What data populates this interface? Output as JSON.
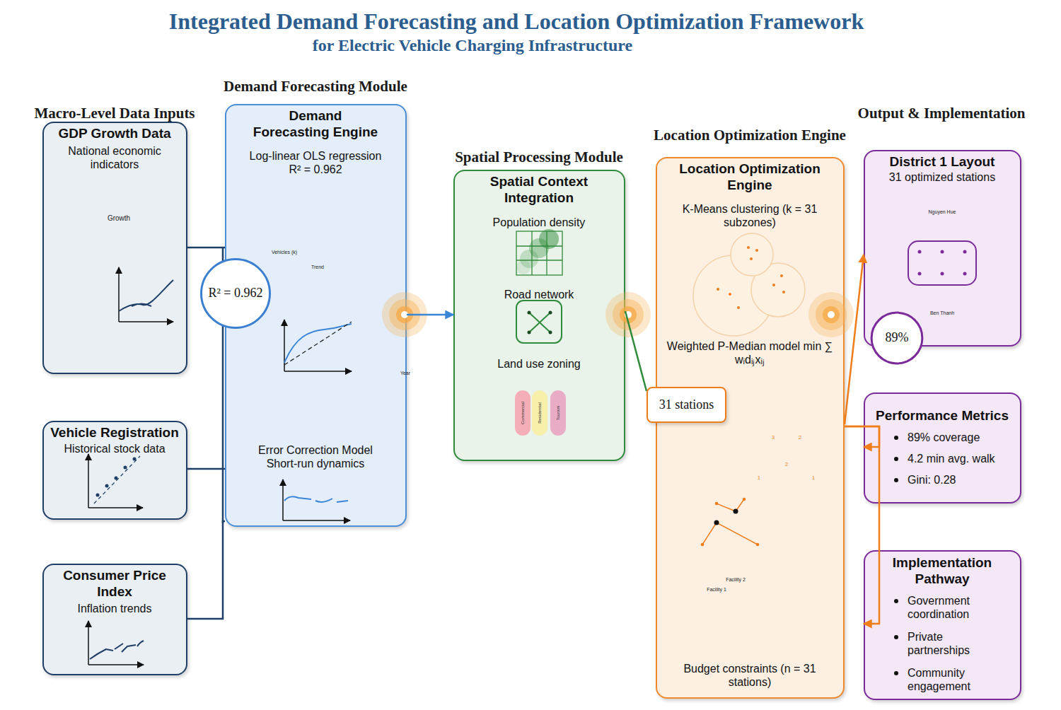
{
  "diagram": {
    "title": "Integrated Demand Forecasting and Location Optimization Framework",
    "nodes": [
      {
        "text": [
          "GDP Growth Data",
          "National economic indicators"
        ]
      },
      {
        "text": [
          "Vehicle Registration",
          "Historical stock data"
        ]
      },
      {
        "text": [
          "Consumer Price Index",
          "Inflation trends"
        ]
      },
      {
        "text": [
          "Demand Forecasting Engine",
          "Log-linear OLS regression R² = 0.962",
          "Error Correction Model Short-run dynamics"
        ]
      },
      {
        "text": [
          "R² = 0.962"
        ]
      },
      {
        "text": [
          "Spatial Context Integration",
          "Population density",
          "Road network",
          "Land use zoning"
        ]
      },
      {
        "text": [
          "Location Optimization Engine",
          "K-Means clustering (k = 31 subzones)",
          "Weighted P-Median model min ∑ wᵢdᵢⱼxᵢⱼ",
          "Budget constraints (n = 31 stations)"
        ]
      },
      {
        "text": [
          "31 stations"
        ]
      },
      {
        "text": [
          "District 1 Layout",
          "31 optimized stations"
        ]
      },
      {
        "text": [
          "89%"
        ]
      },
      {
        "text": [
          "Performance Metrics",
          "89% coverage",
          "4.2 min avg. walk",
          "Gini: 0.28"
        ]
      },
      {
        "text": [
          "Implementation Pathway",
          "Government coordination",
          "Private partnerships",
          "Community engagement"
        ]
      }
    ],
    "edges": [
      {
        "from": 0,
        "to": 3,
        "arrow": "none"
      },
      {
        "from": 1,
        "to": 3,
        "arrow": "none"
      },
      {
        "from": 2,
        "to": 3,
        "arrow": "none"
      },
      {
        "from": 3,
        "to": 5,
        "arrow": "to"
      },
      {
        "from": 5,
        "to": 7,
        "arrow": "none"
      },
      {
        "from": 6,
        "to": 8,
        "arrow": "to"
      },
      {
        "from": 6,
        "to": 10,
        "arrow": "to"
      },
      {
        "from": 6,
        "to": 11,
        "arrow": "to"
      }
    ],
    "labels": [
      "for Electric Vehicle Charging Infrastructure",
      "Demand Forecasting Module",
      "Macro-Level Data Inputs",
      "Output & Implementation",
      "Location Optimization Engine",
      "Spatial Processing Module",
      "Growth",
      "Vehicles (k)",
      "Trend",
      "Year",
      "Commercial",
      "Residential",
      "Tourism",
      "3",
      "2",
      "2",
      "1",
      "1",
      "Facility 2",
      "Facility 1",
      "Nguyen Hue",
      "Ben Thanh"
    ]
  }
}
